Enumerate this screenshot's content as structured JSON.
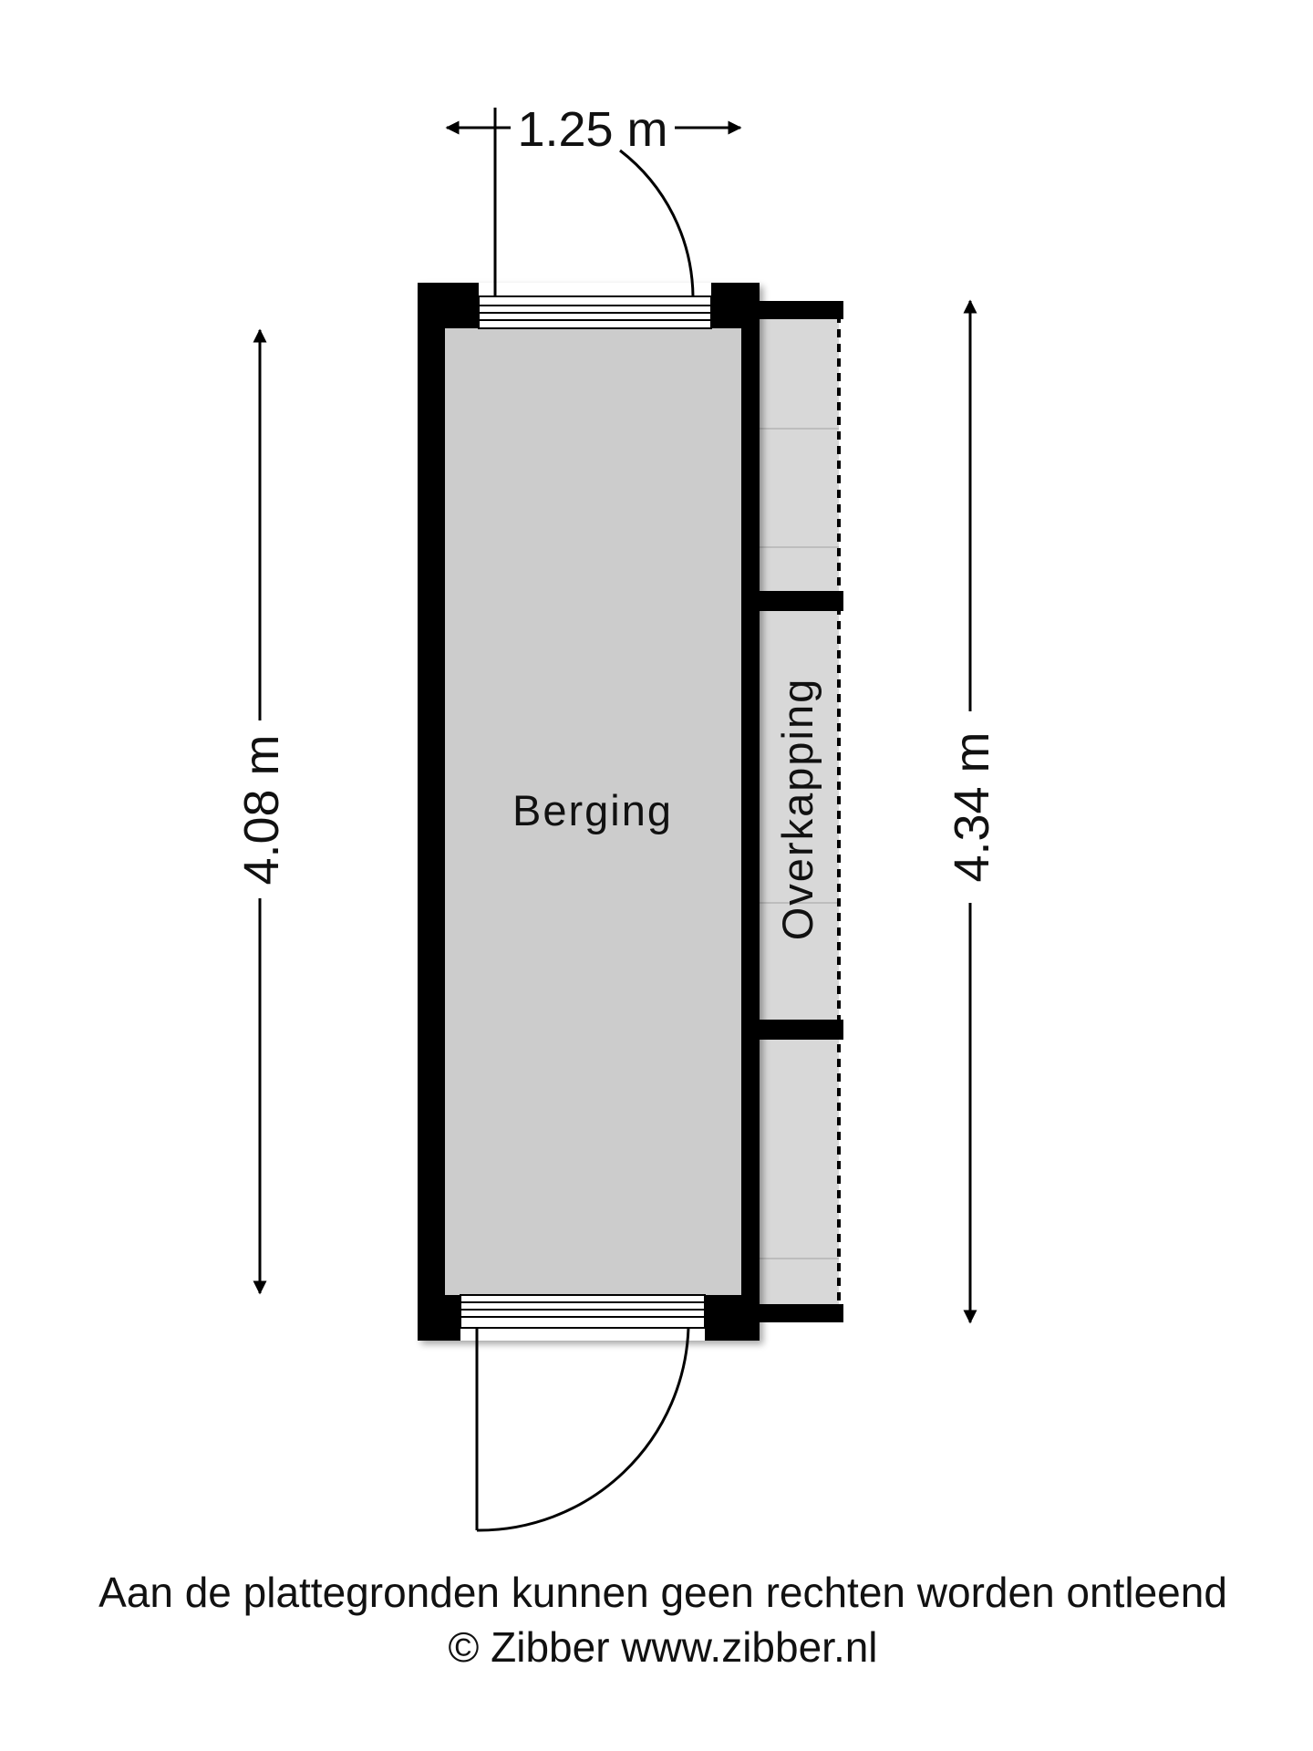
{
  "rooms": {
    "berging": "Berging",
    "overkapping": "Overkapping"
  },
  "dimensions": {
    "width": "1.25 m",
    "left_height": "4.08 m",
    "right_height": "4.34 m"
  },
  "footer": {
    "disclaimer": "Aan de plattegronden kunnen geen rechten worden ontleend",
    "copyright": "© Zibber www.zibber.nl"
  },
  "colors": {
    "wall": "#000000",
    "room_fill": "#cccccc",
    "overkapping_fill": "#d8d8d8",
    "background": "#ffffff"
  }
}
